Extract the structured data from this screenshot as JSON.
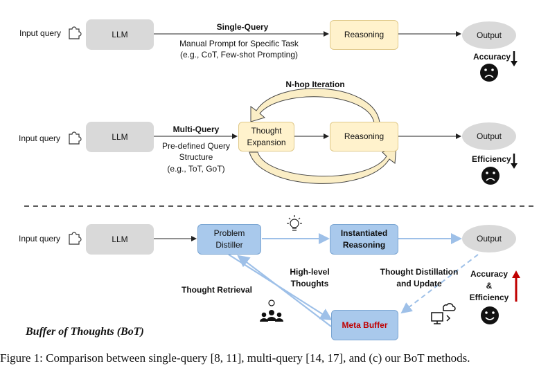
{
  "row1": {
    "input": "Input query",
    "llm": "LLM",
    "method": "Single-Query",
    "desc_line1": "Manual Prompt for Specific Task",
    "desc_line2": "(e.g., CoT, Few-shot  Prompting)",
    "reasoning": "Reasoning",
    "output": "Output",
    "metric": "Accuracy"
  },
  "row2": {
    "input": "Input query",
    "llm": "LLM",
    "method": "Multi-Query",
    "desc_line1": "Pre-defined Query",
    "desc_line2": "Structure",
    "desc_line3": "(e.g., ToT, GoT)",
    "iteration": "N-hop Iteration",
    "expansion_line1": "Thought",
    "expansion_line2": "Expansion",
    "reasoning": "Reasoning",
    "output": "Output",
    "metric": "Efficiency"
  },
  "row3": {
    "input": "Input query",
    "llm": "LLM",
    "distiller_line1": "Problem",
    "distiller_line2": "Distiller",
    "instantiated_line1": "Instantiated",
    "instantiated_line2": "Reasoning",
    "output": "Output",
    "retrieval": "Thought Retrieval",
    "highlevel_line1": "High-level",
    "highlevel_line2": "Thoughts",
    "distill_line1": "Thought Distillation",
    "distill_line2": "and Update",
    "metric_line1": "Accuracy",
    "metric_line2": "&",
    "metric_line3": "Efficiency",
    "meta_buffer": "Meta Buffer",
    "title": "Buffer of Thoughts (BoT)"
  },
  "caption": "Figure 1: Comparison between single-query [8, 11], multi-query [14, 17], and (c) our BoT methods.",
  "colors": {
    "llm_gray": "#d9d9d9",
    "reasoning_yellow": "#fff2cc",
    "bot_blue": "#a9c9ec",
    "meta_buffer_text": "#c00000",
    "arrow_up_red": "#c00000"
  },
  "icons": [
    "puzzle-icon",
    "sad-face-icon",
    "happy-face-icon",
    "lightbulb-icon",
    "team-idea-icon",
    "computer-cloud-icon",
    "arrow-down-icon",
    "arrow-up-icon"
  ]
}
